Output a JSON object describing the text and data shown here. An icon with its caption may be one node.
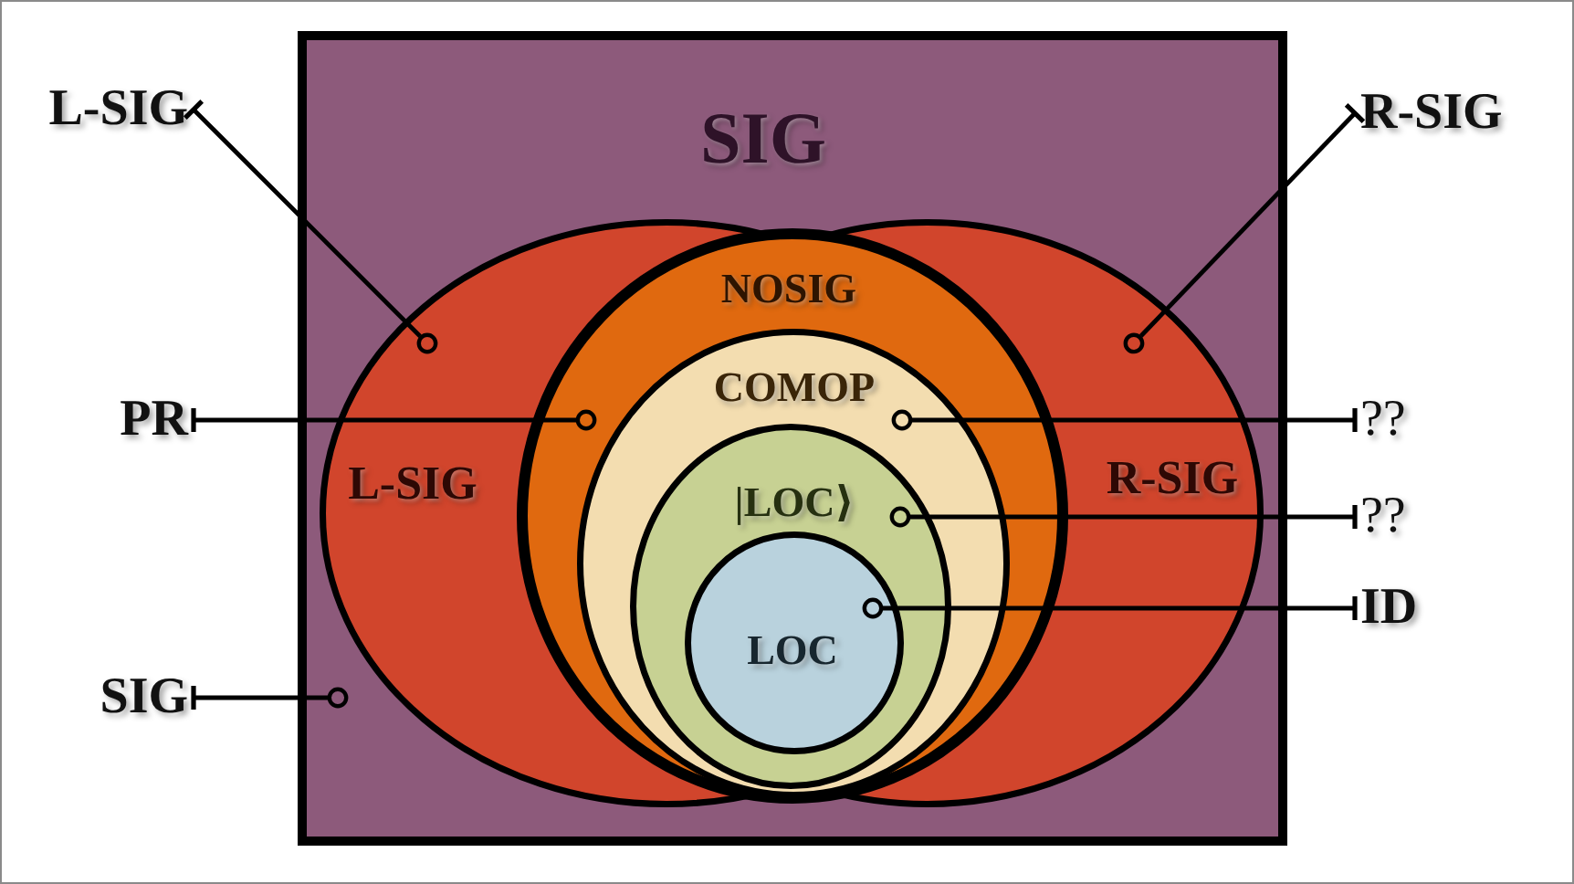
{
  "diagram": {
    "nodes": [
      {
        "text": [
          "SIG"
        ]
      },
      {
        "text": [
          "L-SIG"
        ],
        "in": 0
      },
      {
        "text": [
          "R-SIG"
        ],
        "in": 0
      },
      {
        "text": [
          "NOSIG"
        ],
        "in": 0
      },
      {
        "text": [
          "COMOP"
        ],
        "in": 3
      },
      {
        "text": [
          "|LOC⟩"
        ],
        "in": 4
      },
      {
        "text": [
          "LOC"
        ],
        "in": 5
      },
      {
        "text": [
          "L-SIG"
        ]
      },
      {
        "text": [
          "R-SIG"
        ]
      },
      {
        "text": [
          "PR"
        ]
      },
      {
        "text": [
          "??"
        ]
      },
      {
        "text": [
          "??"
        ]
      },
      {
        "text": [
          "ID"
        ]
      },
      {
        "text": [
          "SIG"
        ]
      }
    ],
    "edges": [
      {
        "from": 7,
        "to": 1,
        "arrow": "other"
      },
      {
        "from": 8,
        "to": 2,
        "arrow": "other"
      },
      {
        "from": 9,
        "to": 3,
        "arrow": "other"
      },
      {
        "from": 10,
        "to": 4,
        "arrow": "other"
      },
      {
        "from": 11,
        "to": 5,
        "arrow": "other"
      },
      {
        "from": 12,
        "to": 6,
        "arrow": "other"
      },
      {
        "from": 13,
        "to": 0,
        "arrow": "other"
      }
    ]
  }
}
